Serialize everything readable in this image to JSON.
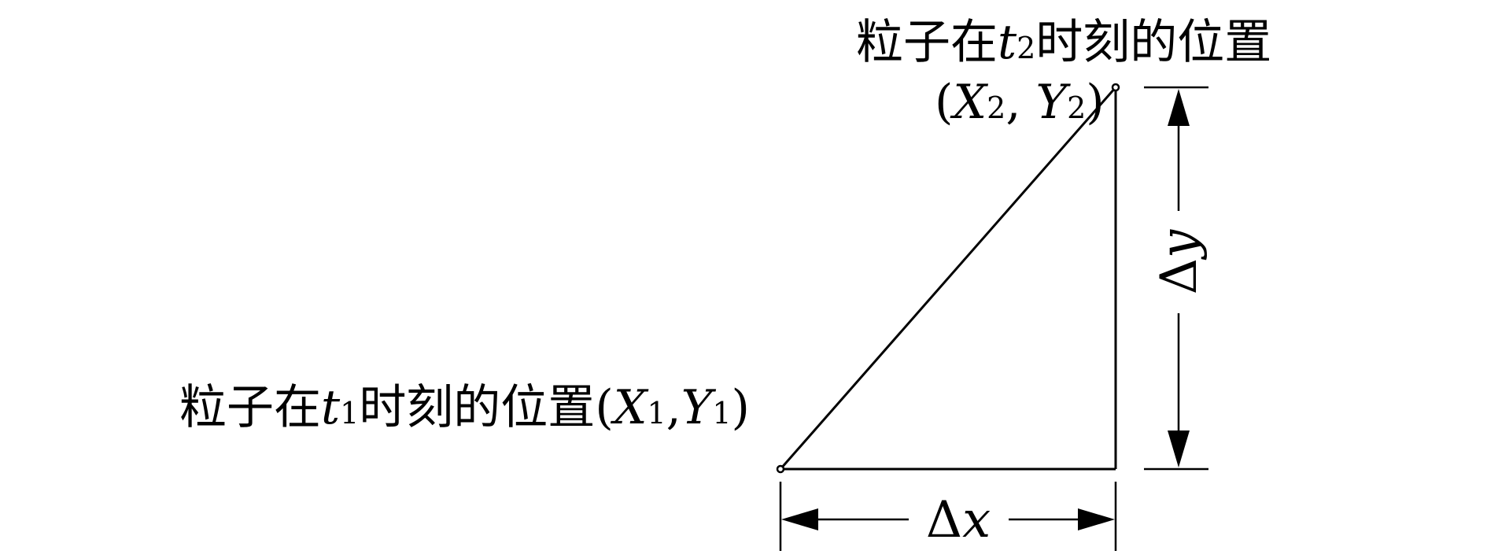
{
  "labels": {
    "point2": {
      "prefix": "粒子在",
      "t_var": "t",
      "t_sub": "2",
      "suffix": "时刻的位置"
    },
    "coords2": {
      "open": "(",
      "x_var": "X",
      "x_sub": "2",
      "sep": ", ",
      "y_var": "Y",
      "y_sub": "2",
      "close": ")"
    },
    "point1": {
      "prefix": "粒子在",
      "t_var": "t",
      "t_sub": "1",
      "suffix": "时刻的位置",
      "open": "(",
      "x_var": "X",
      "x_sub": "1",
      "sep": ",",
      "y_var": "Y",
      "y_sub": "1",
      "close": ")"
    },
    "dx": {
      "delta": "Δ",
      "var": "x"
    },
    "dy": {
      "delta": "Δ",
      "var": "y"
    }
  },
  "colors": {
    "stroke": "#000000",
    "background": "#ffffff"
  }
}
